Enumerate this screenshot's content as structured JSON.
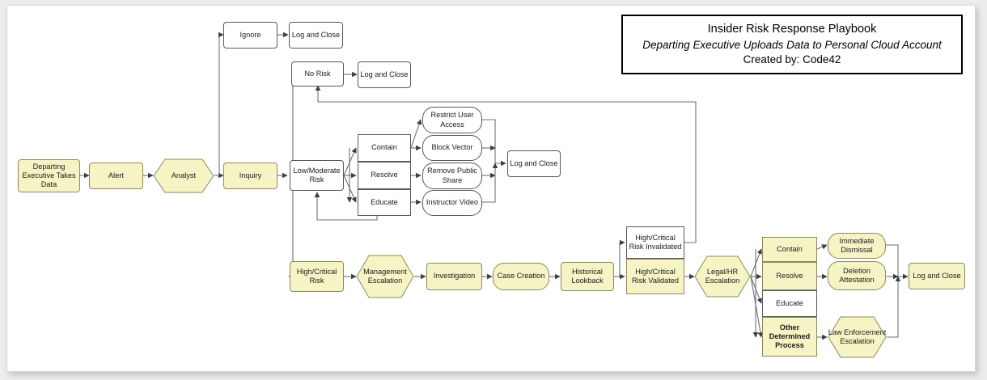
{
  "title_block": {
    "line1": "Insider Risk Response Playbook",
    "line2": "Departing Executive Uploads Data to Personal Cloud Account",
    "line3": "Created by: Code42"
  },
  "colors": {
    "fill_yellow": "#f6f4c4",
    "stroke_yellow": "#8c8a5c",
    "stroke_gray": "#555a5e",
    "page_background": "#ffffff",
    "canvas_background": "#eceded",
    "text": "#1b1b1b"
  },
  "chart_data": {
    "type": "diagram",
    "subtype": "flowchart",
    "title": "Insider Risk Response Playbook",
    "subtitle": "Departing Executive Uploads Data to Personal Cloud Account",
    "author": "Created by: Code42",
    "shape_legend": {
      "rectangle": "process step",
      "rounded": "action / outcome",
      "hexagon": "role or escalation gate"
    },
    "nodes": [
      {
        "id": "departing",
        "label": "Departing Executive Takes Data",
        "shape": "rect",
        "fill": "yellow"
      },
      {
        "id": "alert",
        "label": "Alert",
        "shape": "rect",
        "fill": "yellow"
      },
      {
        "id": "analyst",
        "label": "Analyst",
        "shape": "hex",
        "fill": "yellow"
      },
      {
        "id": "inquiry",
        "label": "Inquiry",
        "shape": "rect",
        "fill": "yellow"
      },
      {
        "id": "ignore",
        "label": "Ignore",
        "shape": "rect",
        "fill": "white"
      },
      {
        "id": "logclose1",
        "label": "Log and Close",
        "shape": "rect",
        "fill": "white"
      },
      {
        "id": "norisk",
        "label": "No Risk",
        "shape": "rect",
        "fill": "white"
      },
      {
        "id": "logclose2",
        "label": "Log and Close",
        "shape": "rect",
        "fill": "white"
      },
      {
        "id": "lowmod",
        "label": "Low/Moderate Risk",
        "shape": "rect",
        "fill": "white"
      },
      {
        "id": "contain1",
        "label": "Contain",
        "shape": "stack",
        "fill": "white"
      },
      {
        "id": "resolve1",
        "label": "Resolve",
        "shape": "stack",
        "fill": "white"
      },
      {
        "id": "educate1",
        "label": "Educate",
        "shape": "stack",
        "fill": "white"
      },
      {
        "id": "restrict",
        "label": "Restrict User Access",
        "shape": "round",
        "fill": "white"
      },
      {
        "id": "blockvec",
        "label": "Block Vector",
        "shape": "round",
        "fill": "white"
      },
      {
        "id": "removeshare",
        "label": "Remove Public Share",
        "shape": "round",
        "fill": "white"
      },
      {
        "id": "instructor",
        "label": "Instructor Video",
        "shape": "round",
        "fill": "white"
      },
      {
        "id": "logclose3",
        "label": "Log and Close",
        "shape": "rect",
        "fill": "white"
      },
      {
        "id": "highcrit",
        "label": "High/Critical Risk",
        "shape": "rect",
        "fill": "yellow"
      },
      {
        "id": "mgmtesc",
        "label": "Management Escalation",
        "shape": "hex",
        "fill": "yellow"
      },
      {
        "id": "investig",
        "label": "Investigation",
        "shape": "rect",
        "fill": "yellow"
      },
      {
        "id": "casecreate",
        "label": "Case Creation",
        "shape": "round",
        "fill": "yellow"
      },
      {
        "id": "lookback",
        "label": "Historical Lookback",
        "shape": "rect",
        "fill": "yellow"
      },
      {
        "id": "invalid",
        "label": "High/Critical Risk Invalidated",
        "shape": "stack",
        "fill": "white"
      },
      {
        "id": "valid",
        "label": "High/Critical Risk Validated",
        "shape": "stack",
        "fill": "yellow"
      },
      {
        "id": "legalhr",
        "label": "Legal/HR Escalation",
        "shape": "hex",
        "fill": "yellow"
      },
      {
        "id": "contain2",
        "label": "Contain",
        "shape": "stack",
        "fill": "yellow"
      },
      {
        "id": "resolve2",
        "label": "Resolve",
        "shape": "stack",
        "fill": "yellow"
      },
      {
        "id": "educate2",
        "label": "Educate",
        "shape": "stack",
        "fill": "white"
      },
      {
        "id": "otherproc",
        "label": "Other Determined Process",
        "shape": "stack",
        "fill": "yellow",
        "bold": true
      },
      {
        "id": "dismissal",
        "label": "Immediate Dismissal",
        "shape": "round",
        "fill": "yellow"
      },
      {
        "id": "deletion",
        "label": "Deletion Attestation",
        "shape": "round",
        "fill": "yellow"
      },
      {
        "id": "lawenf",
        "label": "Law Enforcement Escalation",
        "shape": "hex",
        "fill": "yellow"
      },
      {
        "id": "logclose4",
        "label": "Log and Close",
        "shape": "rect",
        "fill": "yellow"
      }
    ],
    "edges": [
      {
        "from": "departing",
        "to": "alert"
      },
      {
        "from": "alert",
        "to": "analyst"
      },
      {
        "from": "analyst",
        "to": "inquiry"
      },
      {
        "from": "analyst",
        "to": "ignore"
      },
      {
        "from": "ignore",
        "to": "logclose1"
      },
      {
        "from": "inquiry",
        "to": "norisk"
      },
      {
        "from": "norisk",
        "to": "logclose2"
      },
      {
        "from": "inquiry",
        "to": "lowmod"
      },
      {
        "from": "inquiry",
        "to": "highcrit"
      },
      {
        "from": "lowmod",
        "to": "contain1"
      },
      {
        "from": "lowmod",
        "to": "resolve1"
      },
      {
        "from": "lowmod",
        "to": "educate1"
      },
      {
        "from": "contain1",
        "to": "restrict"
      },
      {
        "from": "contain1",
        "to": "blockvec"
      },
      {
        "from": "resolve1",
        "to": "removeshare"
      },
      {
        "from": "educate1",
        "to": "instructor"
      },
      {
        "from": "restrict",
        "to": "logclose3"
      },
      {
        "from": "blockvec",
        "to": "logclose3"
      },
      {
        "from": "removeshare",
        "to": "logclose3"
      },
      {
        "from": "instructor",
        "to": "logclose3"
      },
      {
        "from": "educate1",
        "to": "lowmod",
        "note": "return loop"
      },
      {
        "from": "highcrit",
        "to": "mgmtesc"
      },
      {
        "from": "mgmtesc",
        "to": "investig"
      },
      {
        "from": "investig",
        "to": "casecreate"
      },
      {
        "from": "casecreate",
        "to": "lookback"
      },
      {
        "from": "lookback",
        "to": "invalid"
      },
      {
        "from": "lookback",
        "to": "valid"
      },
      {
        "from": "invalid",
        "to": "norisk",
        "note": "long return to No Risk"
      },
      {
        "from": "valid",
        "to": "legalhr"
      },
      {
        "from": "legalhr",
        "to": "contain2"
      },
      {
        "from": "legalhr",
        "to": "resolve2"
      },
      {
        "from": "legalhr",
        "to": "educate2"
      },
      {
        "from": "legalhr",
        "to": "otherproc"
      },
      {
        "from": "contain2",
        "to": "dismissal"
      },
      {
        "from": "resolve2",
        "to": "deletion"
      },
      {
        "from": "otherproc",
        "to": "lawenf"
      },
      {
        "from": "dismissal",
        "to": "logclose4"
      },
      {
        "from": "deletion",
        "to": "logclose4"
      },
      {
        "from": "lawenf",
        "to": "logclose4"
      }
    ]
  }
}
